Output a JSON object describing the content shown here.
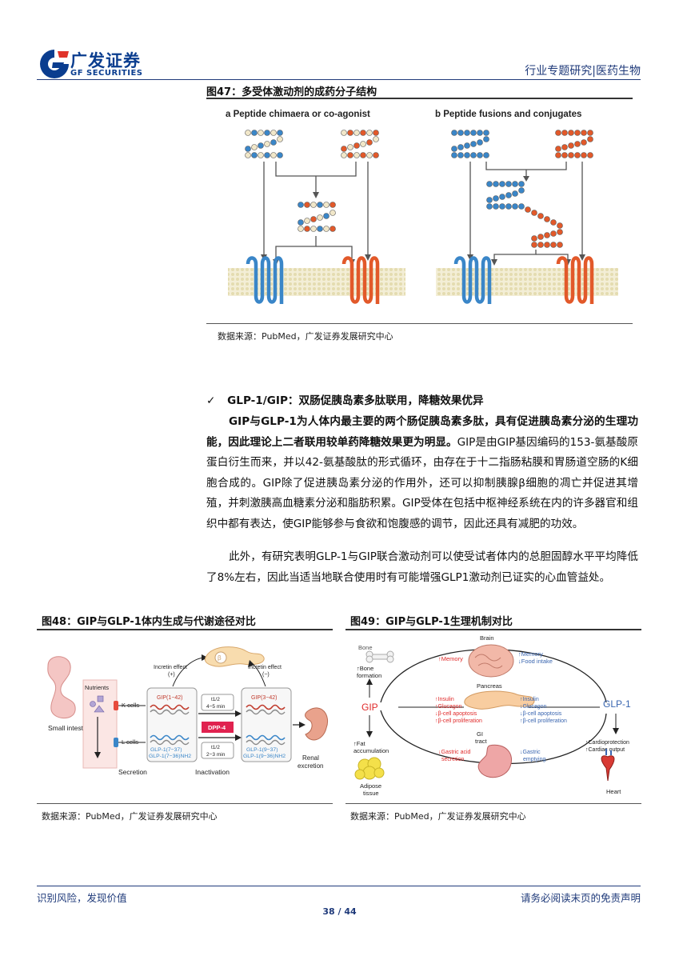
{
  "header": {
    "logo_cn": "广发证券",
    "logo_en": "GF SECURITIES",
    "report_type": "行业专题研究|医药生物"
  },
  "fig47": {
    "title": "图47：多受体激动剂的成药分子结构",
    "panel_a": "a  Peptide chimaera or co-agonist",
    "panel_b": "b  Peptide fusions and conjugates",
    "source": "数据来源：PubMed，广发证券发展研究中心"
  },
  "section": {
    "bullet": "✓",
    "heading": "GLP-1/GIP：双肠促胰岛素多肽联用，降糖效果优异",
    "para1_bold": "GIP与GLP-1为人体内最主要的两个肠促胰岛素多肽，具有促进胰岛素分泌的生理功能，因此理论上二者联用较单药降糖效果更为明显。",
    "para1_rest": "GIP是由GIP基因编码的153-氨基酸原蛋白衍生而来，并以42-氨基酸肽的形式循环，由存在于十二指肠粘膜和胃肠道空肠的K细胞合成的。GIP除了促进胰岛素分泌的作用外，还可以抑制胰腺β细胞的凋亡并促进其增殖，并刺激胰高血糖素分泌和脂肪积累。GIP受体在包括中枢神经系统在内的许多器官和组织中都有表达，使GIP能够参与食欲和饱腹感的调节，因此还具有减肥的功效。",
    "para2": "此外，有研究表明GLP-1与GIP联合激动剂可以使受试者体内的总胆固醇水平平均降低了8%左右，因此当适当地联合使用时有可能增强GLP1激动剂已证实的心血管益处。"
  },
  "fig48": {
    "title": "图48：GIP与GLP-1体内生成与代谢途径对比",
    "source": "数据来源：PubMed，广发证券发展研究中心",
    "labels": {
      "small_intestine": "Small intestine",
      "nutrients": "Nutrients",
      "k_cells": "K cells",
      "l_cells": "L cells",
      "incretin_pos": "Incretin effect",
      "incretin_pos_sign": "(+)",
      "incretin_neg": "Incretin effect",
      "incretin_neg_sign": "(−)",
      "gip_full": "GIP(1−42)",
      "gip_cut": "GIP(3−42)",
      "t_half_1": "t1/2",
      "t_half_1_val": "4−5 min",
      "dpp4": "DPP-4",
      "t_half_2": "t1/2",
      "t_half_2_val": "2−3 min",
      "glp_full1": "GLP-1(7−37)",
      "glp_full2": "GLP-1(7−36)NH2",
      "glp_cut1": "GLP-1(9−37)",
      "glp_cut2": "GLP-1(9−36)NH2",
      "secretion": "Secretion",
      "inactivation": "Inactivation",
      "renal1": "Renal",
      "renal2": "excretion"
    }
  },
  "fig49": {
    "title": "图49：GIP与GLP-1生理机制对比",
    "source": "数据来源：PubMed，广发证券发展研究中心",
    "labels": {
      "bone": "Bone",
      "bone_formation1": "Bone",
      "bone_formation2": "formation",
      "brain": "Brain",
      "memory_left": "Memory",
      "memory_right": "Memory",
      "food_intake": "Food intake",
      "pancreas": "Pancreas",
      "gip": "GIP",
      "glp1": "GLP-1",
      "insulin_l": "Insulin",
      "glucagon_l": "Glucagon",
      "apoptosis_l": "β-cell apoptosis",
      "prolif_l": "β-cell proliferation",
      "insulin_r": "Insulin",
      "glucagon_r": "Glucagon",
      "apoptosis_r": "β-cell apoptosis",
      "prolif_r": "β-cell proliferation",
      "fat1": "Fat",
      "fat2": "accumulation",
      "gi1": "GI",
      "gi2": "tract",
      "gastric_acid1": "Gastric acid",
      "gastric_acid2": "secretion",
      "gastric_empty1": "Gastric",
      "gastric_empty2": "emptying",
      "cardioprotection": "Cardioprotection",
      "cardiac_output": "Cardiac output",
      "adipose1": "Adipose",
      "adipose2": "tissue",
      "heart": "Heart"
    }
  },
  "footer": {
    "left": "识别风险，发现价值",
    "right": "请务必阅读末页的免责声明",
    "page": "38 / 44"
  },
  "colors": {
    "blue": "#3a86c8",
    "orange": "#e2592a",
    "brand": "#1f3a7a"
  }
}
